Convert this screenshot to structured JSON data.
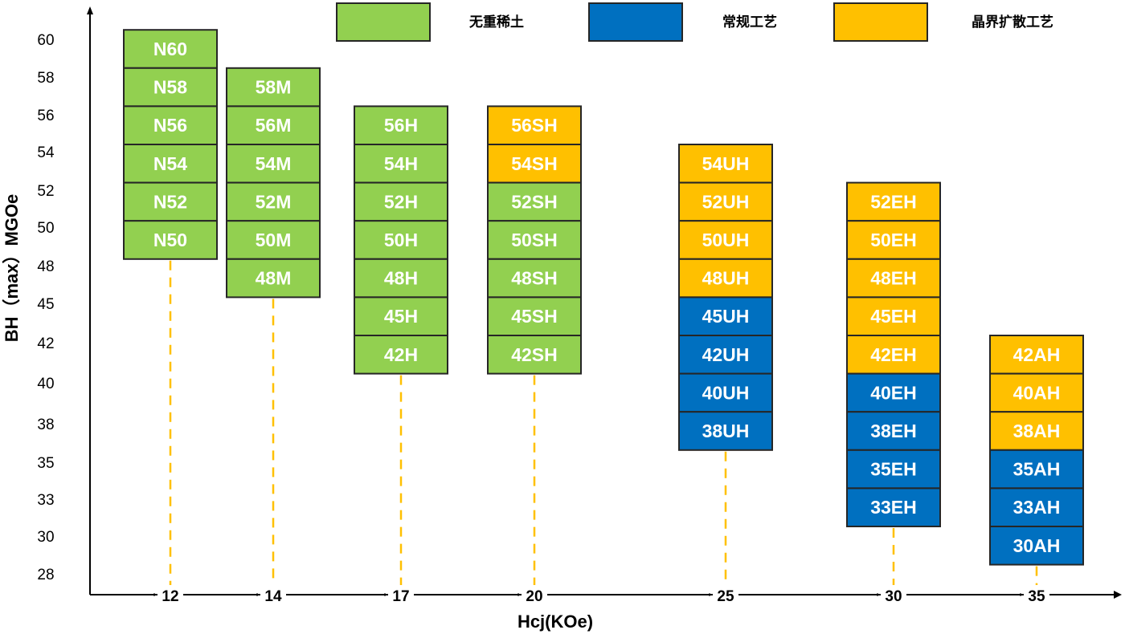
{
  "chart_data": {
    "type": "table",
    "xlabel": "Hcj(KOe)",
    "ylabel": "BH（max）MGOe",
    "y_ticks": [
      "60",
      "58",
      "56",
      "54",
      "52",
      "50",
      "48",
      "45",
      "42",
      "40",
      "38",
      "35",
      "33",
      "30",
      "28"
    ],
    "x_ticks": [
      "12",
      "14",
      "17",
      "20",
      "25",
      "30",
      "35"
    ],
    "legend": [
      {
        "label": "无重稀土",
        "color": "#92d050",
        "process": "no_heavy_re"
      },
      {
        "label": "常规工艺",
        "color": "#0070c0",
        "process": "conventional"
      },
      {
        "label": "晶界扩散工艺",
        "color": "#ffc000",
        "process": "gbd"
      }
    ],
    "columns": [
      {
        "hcj": "12",
        "grades": [
          {
            "name": "N60",
            "bh": "60",
            "process": "no_heavy_re"
          },
          {
            "name": "N58",
            "bh": "58",
            "process": "no_heavy_re"
          },
          {
            "name": "N56",
            "bh": "56",
            "process": "no_heavy_re"
          },
          {
            "name": "N54",
            "bh": "54",
            "process": "no_heavy_re"
          },
          {
            "name": "N52",
            "bh": "52",
            "process": "no_heavy_re"
          },
          {
            "name": "N50",
            "bh": "50",
            "process": "no_heavy_re"
          }
        ]
      },
      {
        "hcj": "14",
        "grades": [
          {
            "name": "58M",
            "bh": "58",
            "process": "no_heavy_re"
          },
          {
            "name": "56M",
            "bh": "56",
            "process": "no_heavy_re"
          },
          {
            "name": "54M",
            "bh": "54",
            "process": "no_heavy_re"
          },
          {
            "name": "52M",
            "bh": "52",
            "process": "no_heavy_re"
          },
          {
            "name": "50M",
            "bh": "50",
            "process": "no_heavy_re"
          },
          {
            "name": "48M",
            "bh": "48",
            "process": "no_heavy_re"
          }
        ]
      },
      {
        "hcj": "17",
        "grades": [
          {
            "name": "56H",
            "bh": "56",
            "process": "no_heavy_re"
          },
          {
            "name": "54H",
            "bh": "54",
            "process": "no_heavy_re"
          },
          {
            "name": "52H",
            "bh": "52",
            "process": "no_heavy_re"
          },
          {
            "name": "50H",
            "bh": "50",
            "process": "no_heavy_re"
          },
          {
            "name": "48H",
            "bh": "48",
            "process": "no_heavy_re"
          },
          {
            "name": "45H",
            "bh": "45",
            "process": "no_heavy_re"
          },
          {
            "name": "42H",
            "bh": "42",
            "process": "no_heavy_re"
          }
        ]
      },
      {
        "hcj": "20",
        "grades": [
          {
            "name": "56SH",
            "bh": "56",
            "process": "gbd"
          },
          {
            "name": "54SH",
            "bh": "54",
            "process": "gbd"
          },
          {
            "name": "52SH",
            "bh": "52",
            "process": "no_heavy_re"
          },
          {
            "name": "50SH",
            "bh": "50",
            "process": "no_heavy_re"
          },
          {
            "name": "48SH",
            "bh": "48",
            "process": "no_heavy_re"
          },
          {
            "name": "45SH",
            "bh": "45",
            "process": "no_heavy_re"
          },
          {
            "name": "42SH",
            "bh": "42",
            "process": "no_heavy_re"
          }
        ]
      },
      {
        "hcj": "25",
        "grades": [
          {
            "name": "54UH",
            "bh": "54",
            "process": "gbd"
          },
          {
            "name": "52UH",
            "bh": "52",
            "process": "gbd"
          },
          {
            "name": "50UH",
            "bh": "50",
            "process": "gbd"
          },
          {
            "name": "48UH",
            "bh": "48",
            "process": "gbd"
          },
          {
            "name": "45UH",
            "bh": "45",
            "process": "conventional"
          },
          {
            "name": "42UH",
            "bh": "42",
            "process": "conventional"
          },
          {
            "name": "40UH",
            "bh": "40",
            "process": "conventional"
          },
          {
            "name": "38UH",
            "bh": "38",
            "process": "conventional"
          }
        ]
      },
      {
        "hcj": "30",
        "grades": [
          {
            "name": "52EH",
            "bh": "52",
            "process": "gbd"
          },
          {
            "name": "50EH",
            "bh": "50",
            "process": "gbd"
          },
          {
            "name": "48EH",
            "bh": "48",
            "process": "gbd"
          },
          {
            "name": "45EH",
            "bh": "45",
            "process": "gbd"
          },
          {
            "name": "42EH",
            "bh": "42",
            "process": "gbd"
          },
          {
            "name": "40EH",
            "bh": "40",
            "process": "conventional"
          },
          {
            "name": "38EH",
            "bh": "38",
            "process": "conventional"
          },
          {
            "name": "35EH",
            "bh": "35",
            "process": "conventional"
          },
          {
            "name": "33EH",
            "bh": "33",
            "process": "conventional"
          }
        ]
      },
      {
        "hcj": "35",
        "grades": [
          {
            "name": "42AH",
            "bh": "42",
            "process": "gbd"
          },
          {
            "name": "40AH",
            "bh": "40",
            "process": "gbd"
          },
          {
            "name": "38AH",
            "bh": "38",
            "process": "gbd"
          },
          {
            "name": "35AH",
            "bh": "35",
            "process": "conventional"
          },
          {
            "name": "33AH",
            "bh": "33",
            "process": "conventional"
          },
          {
            "name": "30AH",
            "bh": "30",
            "process": "conventional"
          }
        ]
      }
    ]
  }
}
